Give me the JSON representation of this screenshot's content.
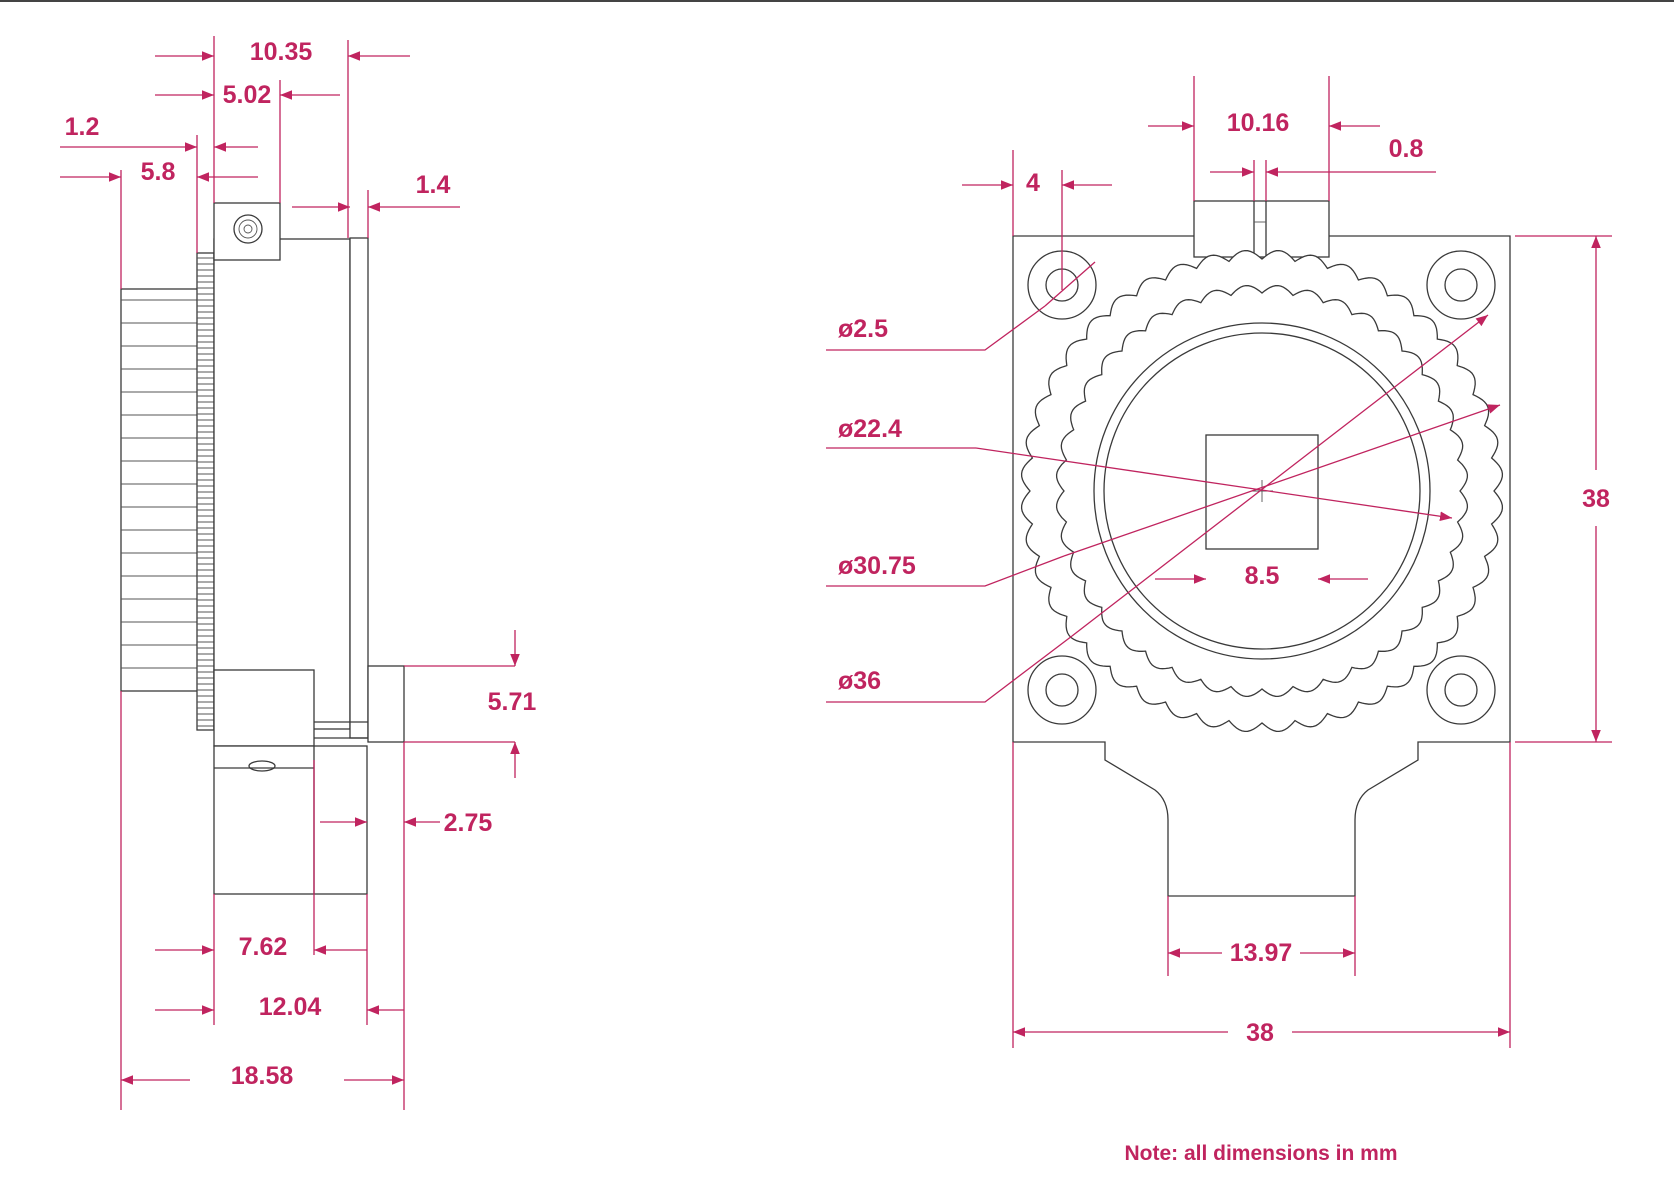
{
  "side_view": {
    "dim_10_35": "10.35",
    "dim_5_02": "5.02",
    "dim_1_2": "1.2",
    "dim_5_8": "5.8",
    "dim_1_4": "1.4",
    "dim_5_71": "5.71",
    "dim_2_75": "2.75",
    "dim_7_62": "7.62",
    "dim_12_04": "12.04",
    "dim_18_58": "18.58"
  },
  "front_view": {
    "dim_10_16": "10.16",
    "dim_0_8": "0.8",
    "dim_4": "4",
    "dia_2_5": "ø2.5",
    "dia_22_4": "ø22.4",
    "dia_30_75": "ø30.75",
    "dia_36": "ø36",
    "dim_8_5": "8.5",
    "dim_38_height": "38",
    "dim_13_97": "13.97",
    "dim_38_width": "38"
  },
  "note": "Note: all dimensions in mm",
  "colors": {
    "dimension": "#c0245f",
    "outline": "#3a3a3a"
  }
}
